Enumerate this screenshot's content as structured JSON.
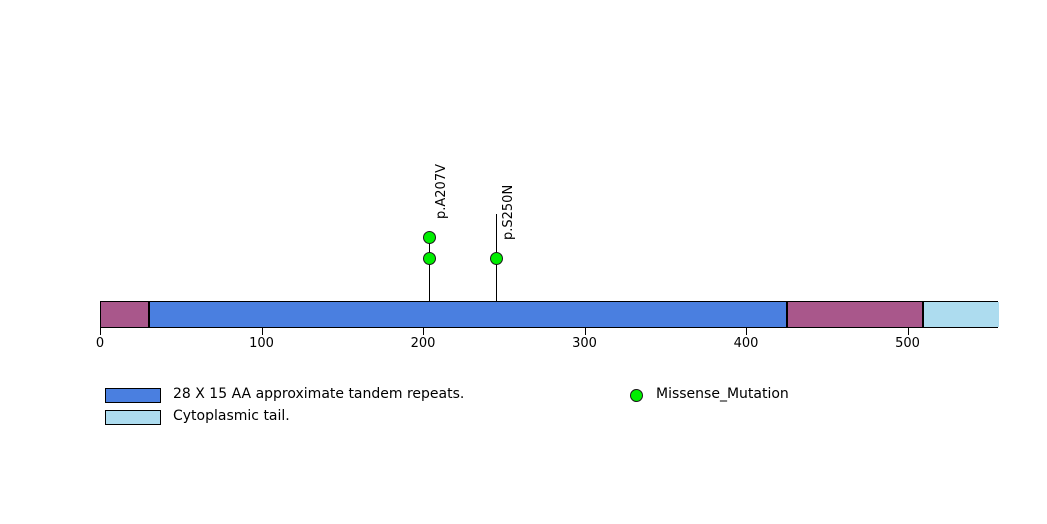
{
  "chart_data": {
    "type": "lollipop",
    "title": "",
    "xlabel": "",
    "ylabel": "",
    "xlim": [
      0,
      556
    ],
    "protein_length": 556,
    "axis": {
      "ticks": [
        0,
        100,
        200,
        300,
        400,
        500
      ],
      "tick_labels": [
        "0",
        "100",
        "200",
        "300",
        "400",
        "500"
      ]
    },
    "domains": [
      {
        "name": "n-terminal-region",
        "start": 0,
        "end": 30,
        "color": "#a9578b",
        "label": ""
      },
      {
        "name": "tandem-repeats",
        "start": 30,
        "end": 425,
        "color": "#4a7fe0",
        "label": "28 X 15 AA approximate tandem repeats."
      },
      {
        "name": "middle-region",
        "start": 425,
        "end": 509,
        "color": "#a9578b",
        "label": ""
      },
      {
        "name": "cytoplasmic-tail",
        "start": 509,
        "end": 556,
        "color": "#addcef",
        "label": "Cytoplasmic tail."
      }
    ],
    "mutations": [
      {
        "label": "p.A207V",
        "position": 204,
        "count": 2,
        "type": "Missense_Mutation",
        "color": "#00ee00"
      },
      {
        "label": "p.S250N",
        "position": 245,
        "count": 1,
        "type": "Missense_Mutation",
        "color": "#00ee00"
      }
    ]
  },
  "domain_legend": {
    "items": [
      {
        "swatch_color": "#4a7fe0",
        "label": "28 X 15 AA approximate tandem repeats."
      },
      {
        "swatch_color": "#addcef",
        "label": "Cytoplasmic tail."
      }
    ]
  },
  "mutation_legend": {
    "items": [
      {
        "marker_color": "#00ee00",
        "label": "Missense_Mutation"
      }
    ]
  },
  "colors": {
    "repeat_blue": "#4a7fe0",
    "region_purple": "#a9578b",
    "tail_lightblue": "#addcef",
    "mutation_green": "#00ee00",
    "outline": "#000000",
    "background": "#ffffff"
  }
}
